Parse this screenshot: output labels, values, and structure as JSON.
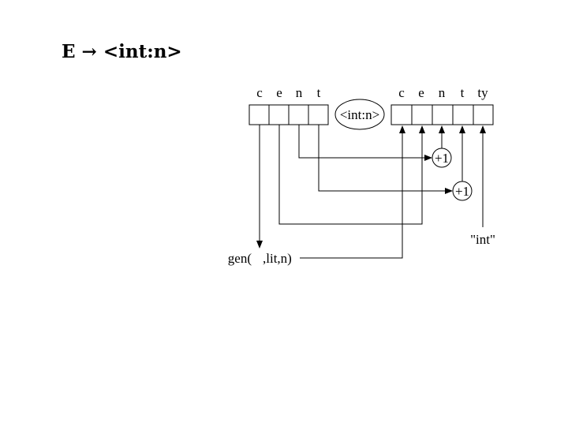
{
  "title": {
    "lhs": "E",
    "arrow": "→",
    "rhs": "<int:n>"
  },
  "diagram": {
    "left_record": {
      "fields": [
        "c",
        "e",
        "n",
        "t"
      ]
    },
    "right_record": {
      "fields": [
        "c",
        "e",
        "n",
        "t",
        "ty"
      ]
    },
    "node_label": "<int:n>",
    "increment_n": "+1",
    "increment_t": "+1",
    "gen_call": {
      "prefix": "gen(",
      "suffix": ",lit,n)"
    },
    "type_constant": "\"int\""
  }
}
